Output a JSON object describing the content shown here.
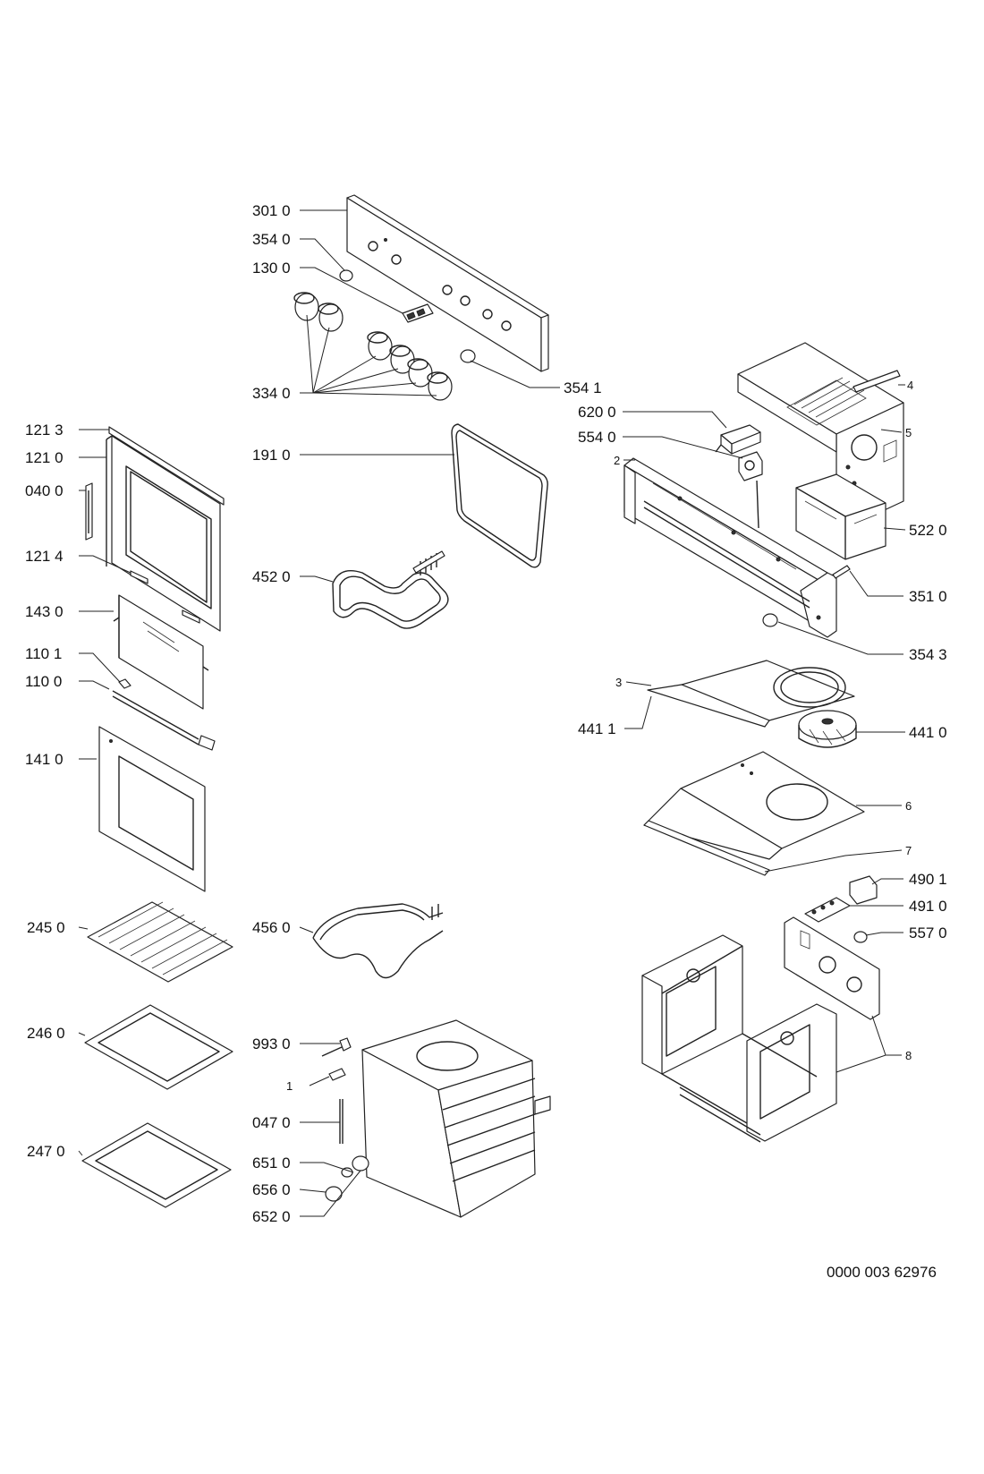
{
  "diagram": {
    "doc_number": "0000 003 62976",
    "labels": {
      "p3010": "301 0",
      "p3540": "354 0",
      "p1300": "130 0",
      "p3340": "334 0",
      "p3541": "354 1",
      "p1213": "121 3",
      "p1210": "121 0",
      "p0400": "040 0",
      "p1214": "121 4",
      "p1430": "143 0",
      "p1101": "110 1",
      "p1100": "110 0",
      "p1410": "141 0",
      "p1910": "191 0",
      "p4520": "452 0",
      "p4": "4",
      "p5": "5",
      "p6200": "620 0",
      "p5540": "554 0",
      "p2": "2",
      "p5220": "522 0",
      "p3510": "351 0",
      "p3543": "354 3",
      "p3": "3",
      "p4411": "441 1",
      "p4410": "441 0",
      "p6": "6",
      "p7": "7",
      "p2450": "245 0",
      "p2460": "246 0",
      "p2470": "247 0",
      "p4560": "456 0",
      "p9930": "993 0",
      "p1": "1",
      "p0470": "047 0",
      "p6510": "651 0",
      "p6560": "656 0",
      "p6520": "652 0",
      "p4901": "490 1",
      "p4910": "491 0",
      "p5570": "557 0",
      "p8": "8"
    }
  }
}
